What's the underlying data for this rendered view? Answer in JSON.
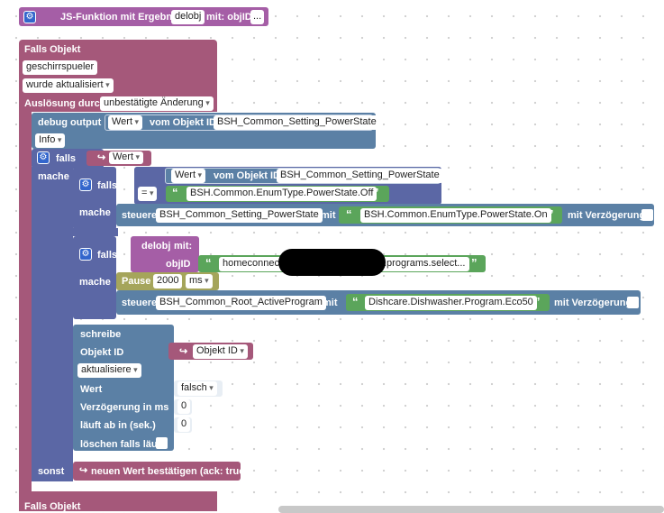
{
  "header_block": {
    "title": "JS-Funktion mit Ergebnis",
    "func_name": "delobj",
    "params_label": "mit: objID",
    "more": "..."
  },
  "trigger": {
    "title": "Falls Objekt",
    "object": "geschirrspueler",
    "event": "wurde aktualisiert",
    "cause_label": "Auslösung durch",
    "cause_value": "unbestätigte Änderung",
    "footer_title": "Falls Objekt"
  },
  "debug": {
    "label": "debug output",
    "wert": "Wert",
    "vom_objekt": "vom Objekt ID",
    "object_id": "BSH_Common_Setting_PowerState",
    "level": "Info"
  },
  "if1": {
    "falls": "falls",
    "mache": "mache",
    "sonst": "sonst",
    "cond": "Wert"
  },
  "if2": {
    "falls": "falls",
    "mache": "mache",
    "wert": "Wert",
    "vom_objekt": "vom Objekt ID",
    "object_id": "BSH_Common_Setting_PowerState",
    "op": "=",
    "compare": "BSH.Common.EnumType.PowerState.Off",
    "steuere": "steuere",
    "target": "BSH_Common_Setting_PowerState",
    "mit": "mit",
    "value": "BSH.Common.EnumType.PowerState.On",
    "delay": "mit Verzögerung"
  },
  "if3": {
    "falls": "falls",
    "mache": "mache",
    "func": "delobj",
    "mit": "mit:",
    "param": "objID",
    "id_start": "homeconnect",
    "id_end": ".programs.select...",
    "pause": "Pause",
    "pause_val": "2000",
    "pause_unit": "ms",
    "steuere": "steuere",
    "target": "BSH_Common_Root_ActiveProgram",
    "mit2": "mit",
    "value": "Dishcare.Dishwasher.Program.Eco50",
    "delay": "mit Verzögerung"
  },
  "write": {
    "title": "schreibe",
    "obj_label": "Objekt ID",
    "obj_value": "Objekt ID",
    "mode": "aktualisiere",
    "wert_label": "Wert",
    "wert_value": "falsch",
    "delay_label": "Verzögerung in ms",
    "delay_value": "0",
    "expire_label": "läuft ab in (sek.)",
    "expire_value": "0",
    "clear_label": "löschen falls läuft"
  },
  "ack": {
    "label": "neuen Wert bestätigen (ack: true)"
  },
  "icons": {
    "gear": "gear-icon",
    "arrow": "return-arrow-icon",
    "quote_open": "“",
    "quote_close": "”",
    "gear_glyph": "⚙",
    "arrow_glyph": "↪"
  },
  "colors": {
    "trigger": "#a5587a",
    "function": "#a55ea6",
    "debug": "#5b80a5",
    "logic": "#5b67a5",
    "text": "#5ba55b",
    "timer": "#a5a55b"
  }
}
